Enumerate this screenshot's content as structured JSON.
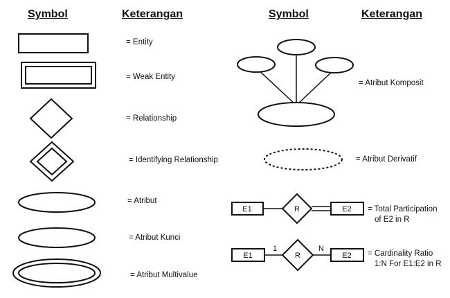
{
  "headers": {
    "left_symbol": "Symbol",
    "left_desc": "Keterangan",
    "right_symbol": "Symbol",
    "right_desc": "Keterangan"
  },
  "left_items": [
    {
      "symbol": "entity",
      "label": "= Entity"
    },
    {
      "symbol": "weak-entity",
      "label": "= Weak Entity"
    },
    {
      "symbol": "relationship",
      "label": "= Relationship"
    },
    {
      "symbol": "identifying-relationship",
      "label": "= Identifying Relationship"
    },
    {
      "symbol": "attribute",
      "label": "= Atribut"
    },
    {
      "symbol": "key-attribute",
      "label": "= Atribut Kunci"
    },
    {
      "symbol": "multivalue-attribute",
      "label": "= Atribut Multivalue"
    }
  ],
  "right_items": [
    {
      "symbol": "composite-attribute",
      "label": "= Atribut Komposit"
    },
    {
      "symbol": "derived-attribute",
      "label": "= Atribut Derivatif"
    },
    {
      "symbol": "total-participation",
      "label_line1": "= Total Participation",
      "label_line2": "of E2 in R",
      "entity_left": "E1",
      "relation": "R",
      "entity_right": "E2"
    },
    {
      "symbol": "cardinality-ratio",
      "label_line1": "= Cardinality Ratio",
      "label_line2": "1:N For E1:E2 in R",
      "entity_left": "E1",
      "relation": "R",
      "entity_right": "E2",
      "card_left": "1",
      "card_right": "N"
    }
  ]
}
